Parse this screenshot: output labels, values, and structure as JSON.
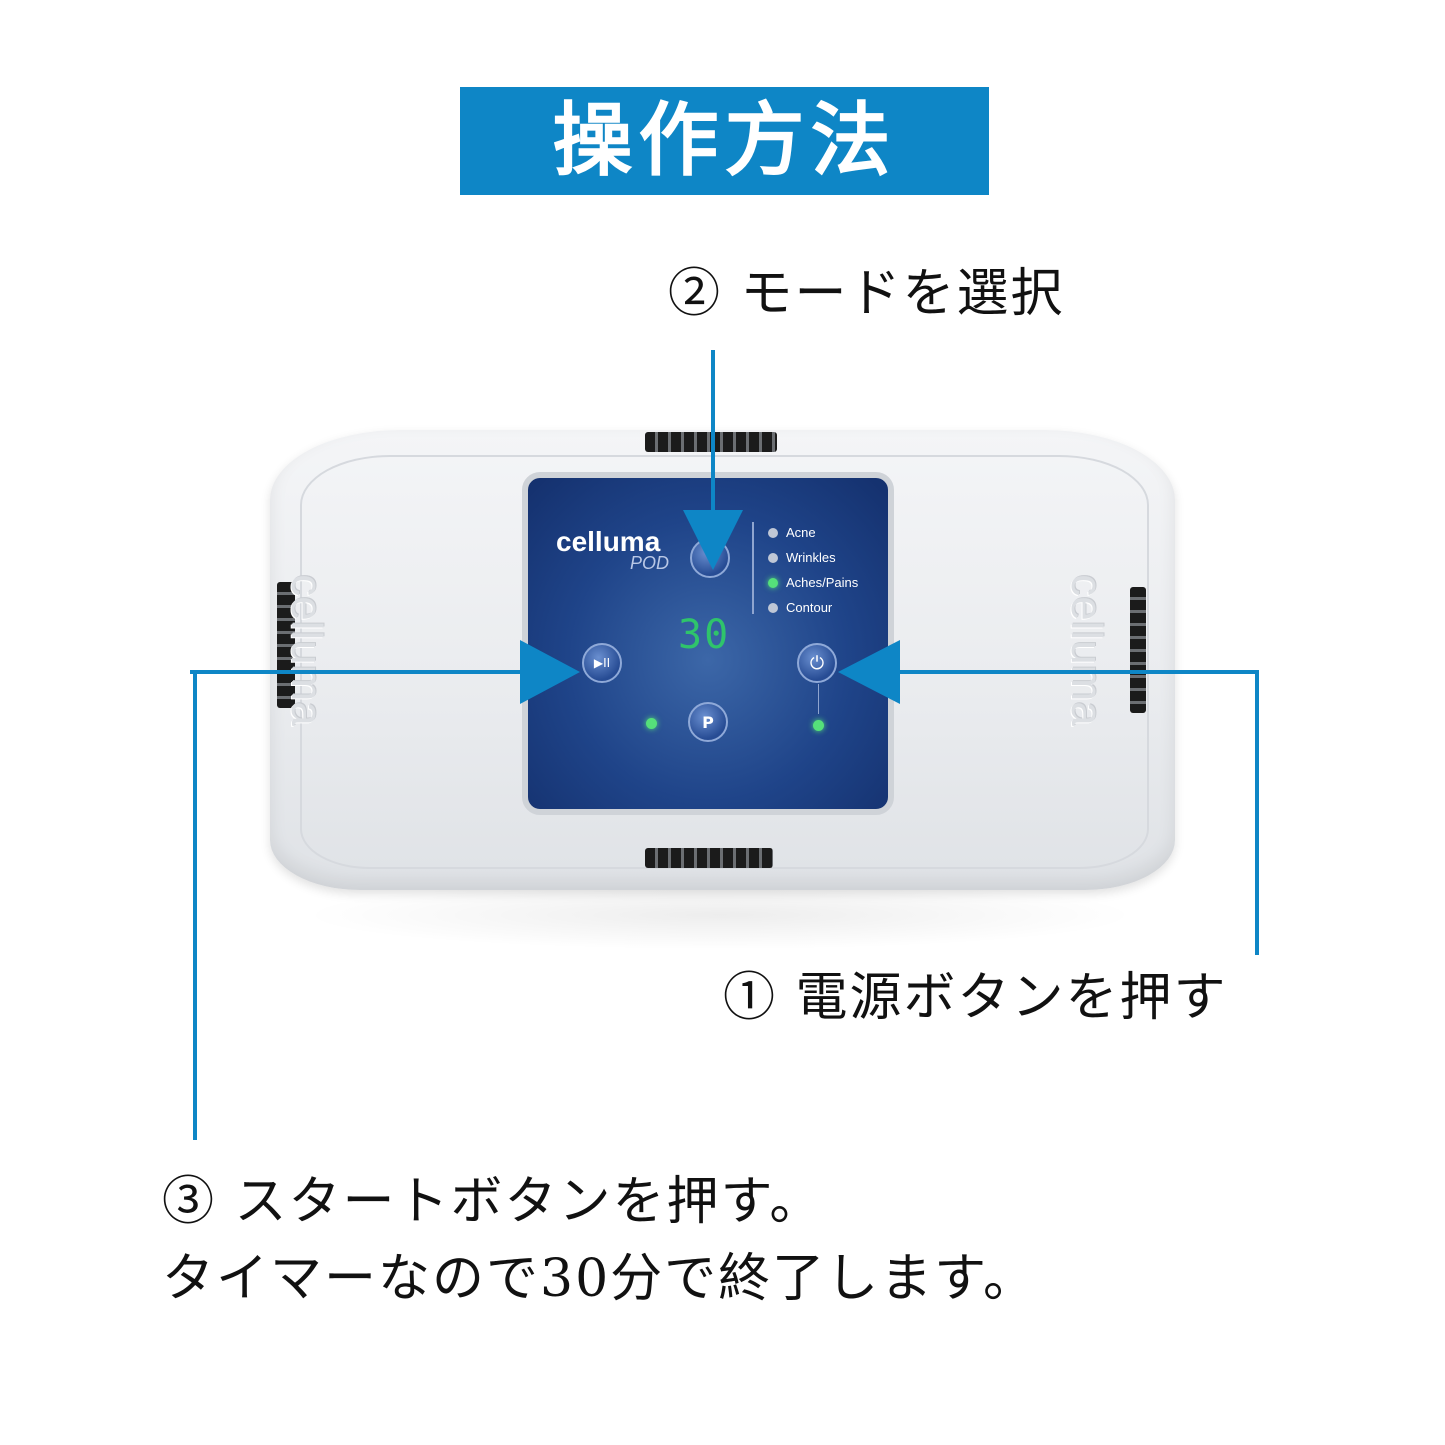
{
  "title": "操作方法",
  "steps": {
    "step1": "① 電源ボタンを押す",
    "step2": "② モードを選択",
    "step3_line1": "③ スタートボタンを押す。",
    "step3_line2": "タイマーなので30分で終了します。"
  },
  "device": {
    "brand": "celluma",
    "brand_sub": "POD",
    "timer_value": "30",
    "side_emboss": "celluma",
    "modes": [
      {
        "label": "Acne",
        "active": false
      },
      {
        "label": "Wrinkles",
        "active": false
      },
      {
        "label": "Aches/Pains",
        "active": true
      },
      {
        "label": "Contour",
        "active": false
      }
    ],
    "buttons": {
      "play_pause_glyph": "▶II",
      "power_glyph": "⏻",
      "program_glyph": "P"
    }
  },
  "colors": {
    "accent": "#0e86c6",
    "panel": "#1f4489",
    "led": "#55e07a"
  }
}
